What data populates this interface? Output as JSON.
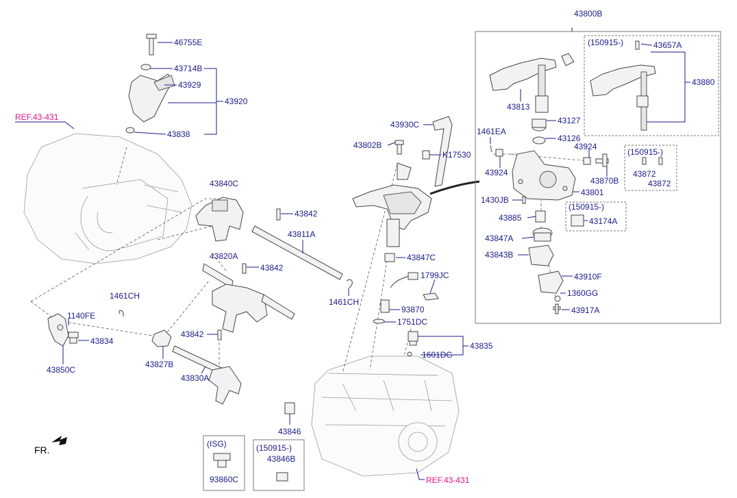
{
  "colors": {
    "label": "#1a1a8c",
    "reference": "#e0148c",
    "line": "#1a1a8c"
  },
  "labels": {
    "p43800B": "43800B",
    "p46755E": "46755E",
    "p43714B": "43714B",
    "p43929": "43929",
    "p43920": "43920",
    "p43838": "43838",
    "ref1": "REF.43-431",
    "p43840C": "43840C",
    "p43842a": "43842",
    "p43811A": "43811A",
    "p43820A": "43820A",
    "p43842b": "43842",
    "p1461CHa": "1461CH",
    "p1461CHb": "1461CH",
    "p1140FE": "1140FE",
    "p43834": "43834",
    "p43850C": "43850C",
    "p43842c": "43842",
    "p43827B": "43827B",
    "p43830A": "43830A",
    "p43930C": "43930C",
    "p43802B": "43802B",
    "pK17530": "K17530",
    "p43847C": "43847C",
    "p1799JC": "1799JC",
    "p93870": "93870",
    "p1751DC": "1751DC",
    "p43835": "43835",
    "p1601DG": "1601DG",
    "p43846": "43846",
    "isg": "(ISG)",
    "p93860C": "93860C",
    "date1": "(150915-)",
    "p43846B": "43846B",
    "ref2": "REF.43-431",
    "fr": "FR.",
    "date2": "(150915-)",
    "p43657A": "43657A",
    "p43880": "43880",
    "p43813": "43813",
    "p43127": "43127",
    "p1461EA": "1461EA",
    "p43126": "43126",
    "p43924a": "43924",
    "p43924b": "43924",
    "date3": "(150915-)",
    "p43872a": "43872",
    "p43872b": "43872",
    "p43870B": "43870B",
    "p43801": "43801",
    "p1430JB": "1430JB",
    "date4": "(150915-)",
    "p43885": "43885",
    "p43174A": "43174A",
    "p43847A": "43847A",
    "p43843B": "43843B",
    "p43910F": "43910F",
    "p1360GG": "1360GG",
    "p43917A": "43917A"
  }
}
